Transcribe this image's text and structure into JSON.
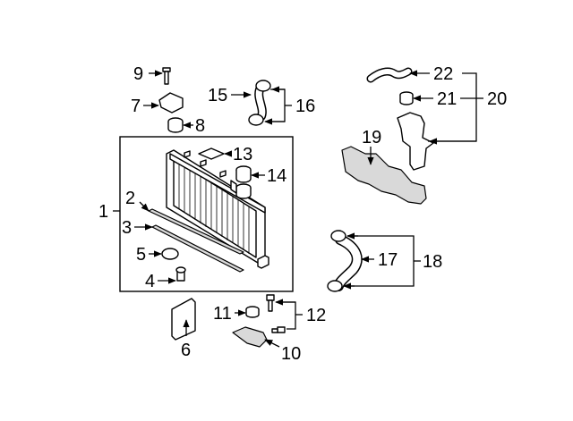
{
  "callouts": {
    "c1": "1",
    "c2": "2",
    "c3": "3",
    "c4": "4",
    "c5": "5",
    "c6": "6",
    "c7": "7",
    "c8": "8",
    "c9": "9",
    "c10": "10",
    "c11": "11",
    "c12": "12",
    "c13": "13",
    "c14": "14",
    "c15": "15",
    "c16": "16",
    "c17": "17",
    "c18": "18",
    "c19": "19",
    "c20": "20",
    "c21": "21",
    "c22": "22"
  },
  "colors": {
    "line": "#000000",
    "part_fill": "#ffffff",
    "part_shade": "#d9d9d9",
    "background": "#ffffff"
  },
  "icons": {
    "arrowhead": "filled-triangle-arrow"
  }
}
